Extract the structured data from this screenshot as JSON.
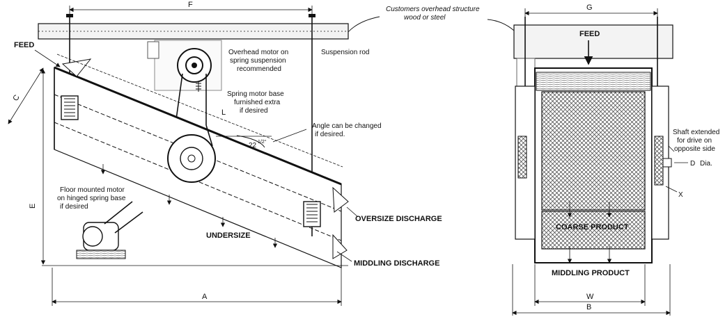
{
  "labels": {
    "dim_f": "F",
    "dim_g": "G",
    "customer_structure_line1": "Customers overhead structure",
    "customer_structure_line2": "wood or steel",
    "feed_left": "FEED",
    "feed_right": "FEED",
    "overhead_motor_line1": "Overhead motor on",
    "overhead_motor_line2": "spring suspension",
    "overhead_motor_line3": "recommended",
    "suspension_rod": "Suspension rod",
    "spring_base_line1": "Spring motor base",
    "spring_base_line2": "furnished extra",
    "spring_base_line3": "if desired",
    "dim_c": "C",
    "dim_l": "L",
    "angle_note_line1": "Angle can be changed",
    "angle_note_line2": "if desired.",
    "angle_value": "22",
    "angle_fraction": "1/2°",
    "shaft_note_line1": "Shaft extended",
    "shaft_note_line2": "for drive on",
    "shaft_note_line3": "opposite side",
    "dim_d": "D",
    "dia": "Dia.",
    "floor_motor_line1": "Floor mounted motor",
    "floor_motor_line2": "on hinged spring base",
    "floor_motor_line3": "if desired",
    "dim_e": "E",
    "oversize_discharge": "OVERSIZE DISCHARGE",
    "dim_x": "X",
    "undersize": "UNDERSIZE",
    "coarse_product": "COARSE PRODUCT",
    "middling_discharge": "MIDDLING DISCHARGE",
    "middling_product": "MIDDLING PRODUCT",
    "dim_a": "A",
    "dim_w": "W",
    "dim_b": "B"
  }
}
